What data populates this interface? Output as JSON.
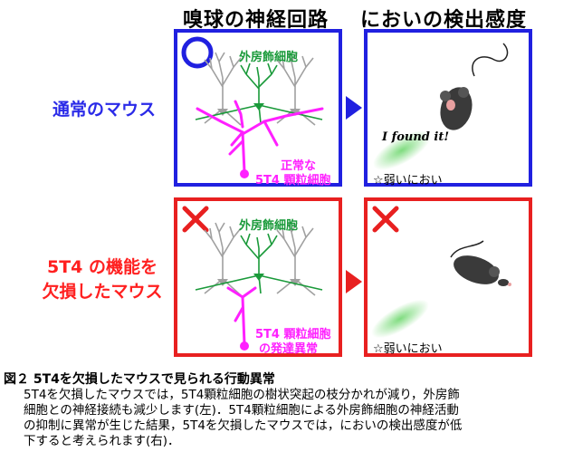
{
  "headers": {
    "left": "嗅球の神経回路",
    "right": "においの検出感度"
  },
  "rows": {
    "normal": {
      "label": "通常のマウス",
      "mark": "circle",
      "cell_label": "外房飾細胞",
      "granule_label_line1": "正常な",
      "granule_label_line2": "5T4 顆粒細胞",
      "speech": "I found it!",
      "smell_label": "☆弱いにおい"
    },
    "knockout": {
      "label_line1": "5T4 の機能を",
      "label_line2": "欠損したマウス",
      "mark": "cross",
      "cell_label": "外房飾細胞",
      "granule_label_line1": "5T4 顆粒細胞",
      "granule_label_line2": "の発達異常",
      "smell_label": "☆弱いにおい"
    }
  },
  "colors": {
    "blue": "#2020e0",
    "red": "#e82020",
    "magenta": "#ff20ff",
    "green": "#1a9a3a",
    "gray": "#a0a0a0",
    "label_blue": "#2a2ae8",
    "label_red": "#ff2020"
  },
  "caption": {
    "title": "図２ 5T4を欠損したマウスで見られる行動異常",
    "lines": [
      "5T4を欠損したマウスでは，5T4顆粒細胞の樹状突起の枝分かれが減り，外房飾",
      "細胞との神経接続も減少します(左)．5T4顆粒細胞による外房飾細胞の神経活動",
      "の抑制に異常が生じた結果，5T4を欠損したマウスでは，においの検出感度が低",
      "下すると考えられます(右)．"
    ]
  }
}
